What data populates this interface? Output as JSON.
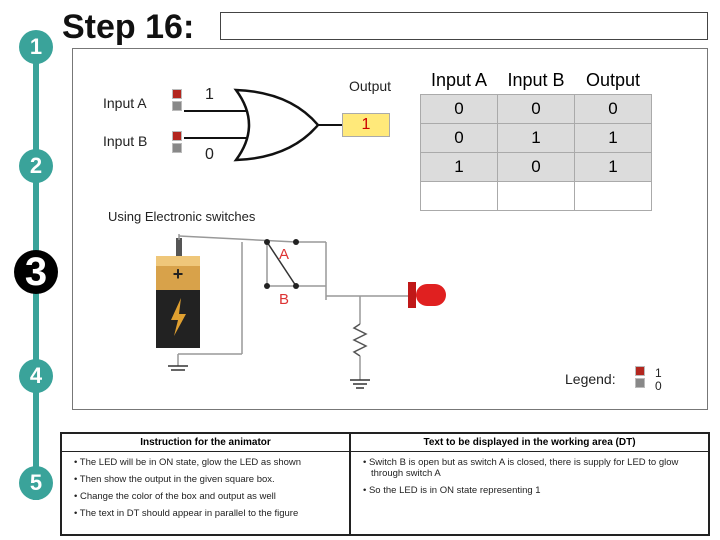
{
  "steps": [
    "1",
    "2",
    "3",
    "4",
    "5"
  ],
  "title": "Step 16:",
  "circuit": {
    "input_a_label": "Input A",
    "input_b_label": "Input B",
    "input_a_value": "1",
    "input_b_value": "0",
    "output_label": "Output",
    "output_value": "1"
  },
  "truth_table": {
    "headers": [
      "Input A",
      "Input B",
      "Output"
    ],
    "rows": [
      [
        "0",
        "0",
        "0"
      ],
      [
        "0",
        "1",
        "1"
      ],
      [
        "1",
        "0",
        "1"
      ]
    ]
  },
  "switch_section": {
    "caption": "Using Electronic switches",
    "switch_a_label": "A",
    "switch_b_label": "B",
    "legend_label": "Legend:",
    "legend_on": "1",
    "legend_off": "0"
  },
  "colors": {
    "teal": "#3aa39a",
    "led": "#e02020",
    "output_box": "#ffe97a",
    "switch_red": "#b3261e"
  },
  "instructions": {
    "left_header": "Instruction for the animator",
    "left_items": [
      "The LED will be in ON state, glow the LED as shown",
      "Then show the output in the given square box.",
      "Change the color of the box and output as well",
      "The text in DT should appear  in parallel to the figure"
    ],
    "right_header": "Text to be displayed in the working area (DT)",
    "right_items": [
      "Switch B is open but as switch A is closed, there is supply for LED to glow through switch A",
      "So the LED is in ON state representing 1"
    ]
  }
}
